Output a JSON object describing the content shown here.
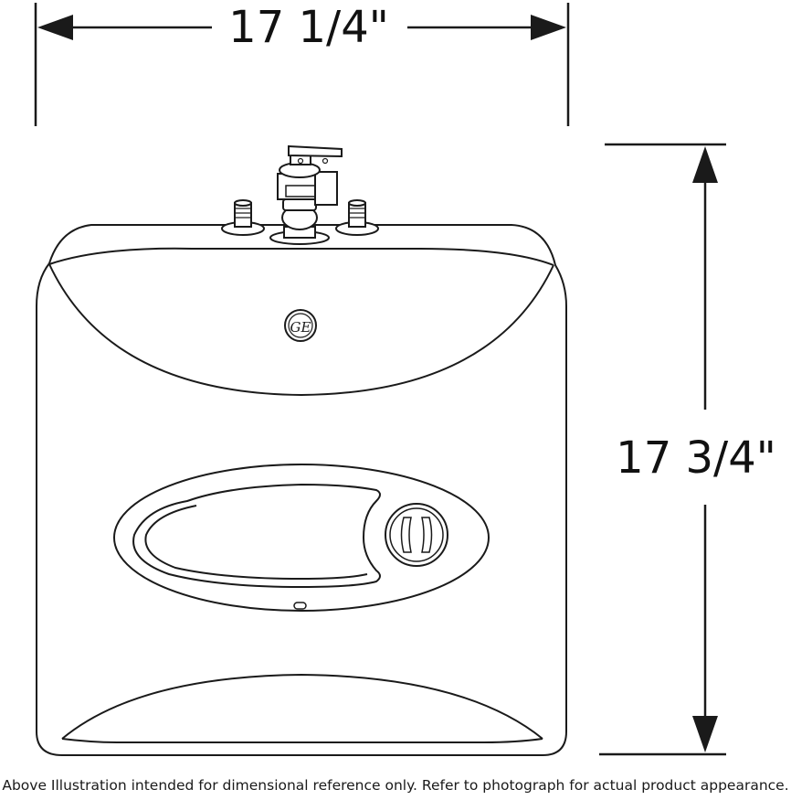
{
  "dimensions": {
    "width_label": "17 1/4\"",
    "height_label": "17 3/4\""
  },
  "caption": "Above Illustration intended for dimensional reference only. Refer to photograph for actual product appearance.",
  "logo_text": "GE",
  "colors": {
    "line": "#1a1a1a",
    "background": "#ffffff"
  },
  "icons": {
    "brand_logo": "ge-logo-icon",
    "control_knob": "temperature-knob-icon"
  }
}
